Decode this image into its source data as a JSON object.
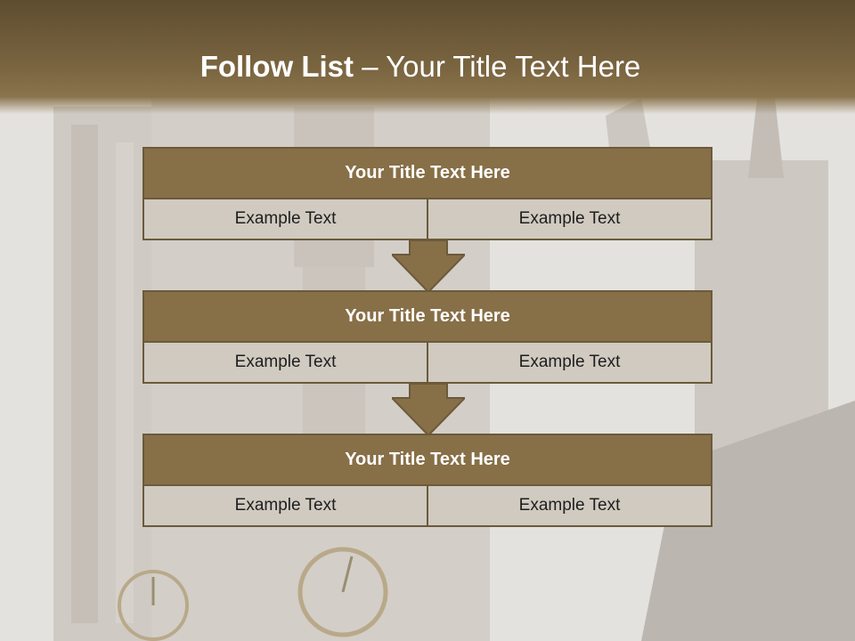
{
  "slide": {
    "title_bold": "Follow List",
    "title_rest": " – Your Title Text Here"
  },
  "colors": {
    "header": "#7a6540",
    "box_fill": "#876f47",
    "box_border": "#6b5a3b",
    "cell_fill": "#d0cac0"
  },
  "steps": [
    {
      "title": "Your Title Text Here",
      "left": "Example Text",
      "right": "Example Text"
    },
    {
      "title": "Your Title Text Here",
      "left": "Example Text",
      "right": "Example Text"
    },
    {
      "title": "Your Title Text Here",
      "left": "Example Text",
      "right": "Example Text"
    }
  ]
}
